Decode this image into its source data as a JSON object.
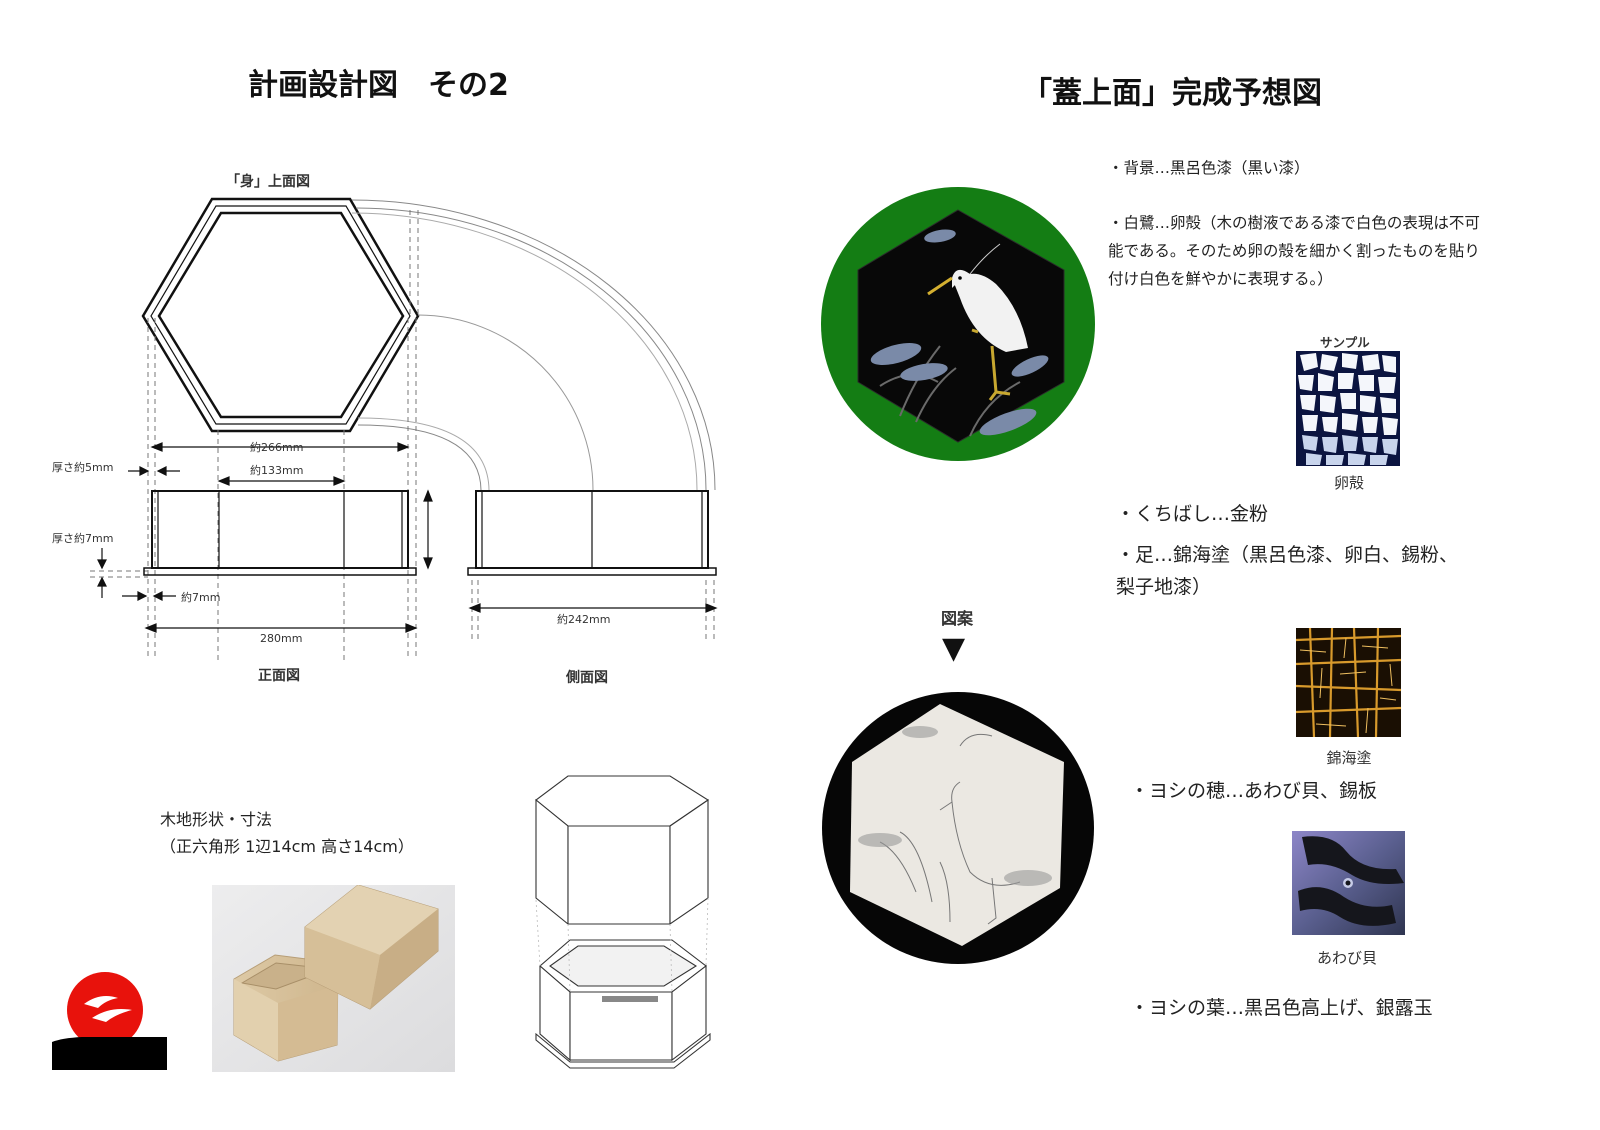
{
  "left": {
    "title": "計画設計図　その2",
    "top_view_label": "「身」上面図",
    "front_view_label": "正面図",
    "side_view_label": "側面図",
    "dims": {
      "thickness_5": "厚さ約5mm",
      "thickness_7": "厚さ約7mm",
      "w266": "約266mm",
      "w133": "約133mm",
      "w7": "約7mm",
      "w280": "280mm",
      "w242": "約242mm"
    },
    "wood_title": "木地形状・寸法",
    "wood_dims": "（正六角形 1辺14cm 高さ14cm）"
  },
  "right": {
    "title": "「蓋上面」完成予想図",
    "note_background": "・背景…黒呂色漆（黒い漆）",
    "note_egret": "・白鷺…卵殻（木の樹液である漆で白色の表現は不可能である。そのため卵の殻を細かく割ったものを貼り付け白色を鮮やかに表現する。）",
    "sample_label": "サンプル",
    "sample_eggshell": "卵殻",
    "bullet_beak": "・くちばし…金粉",
    "bullet_legs_1": "・足…錦海塗（黒呂色漆、卵白、錫粉、",
    "bullet_legs_2": "梨子地漆）",
    "sample_nishiki": "錦海塗",
    "bullet_reed_ear": "・ヨシの穂…あわび貝、錫板",
    "sample_abalone": "あわび貝",
    "bullet_reed_leaf": "・ヨシの葉…黒呂色高上げ、銀露玉",
    "design_label": "図案",
    "arrow_glyph": "▼"
  },
  "colors": {
    "green_ring": "#147d14",
    "black_ring": "#060606",
    "logo_red": "#e8120c"
  }
}
